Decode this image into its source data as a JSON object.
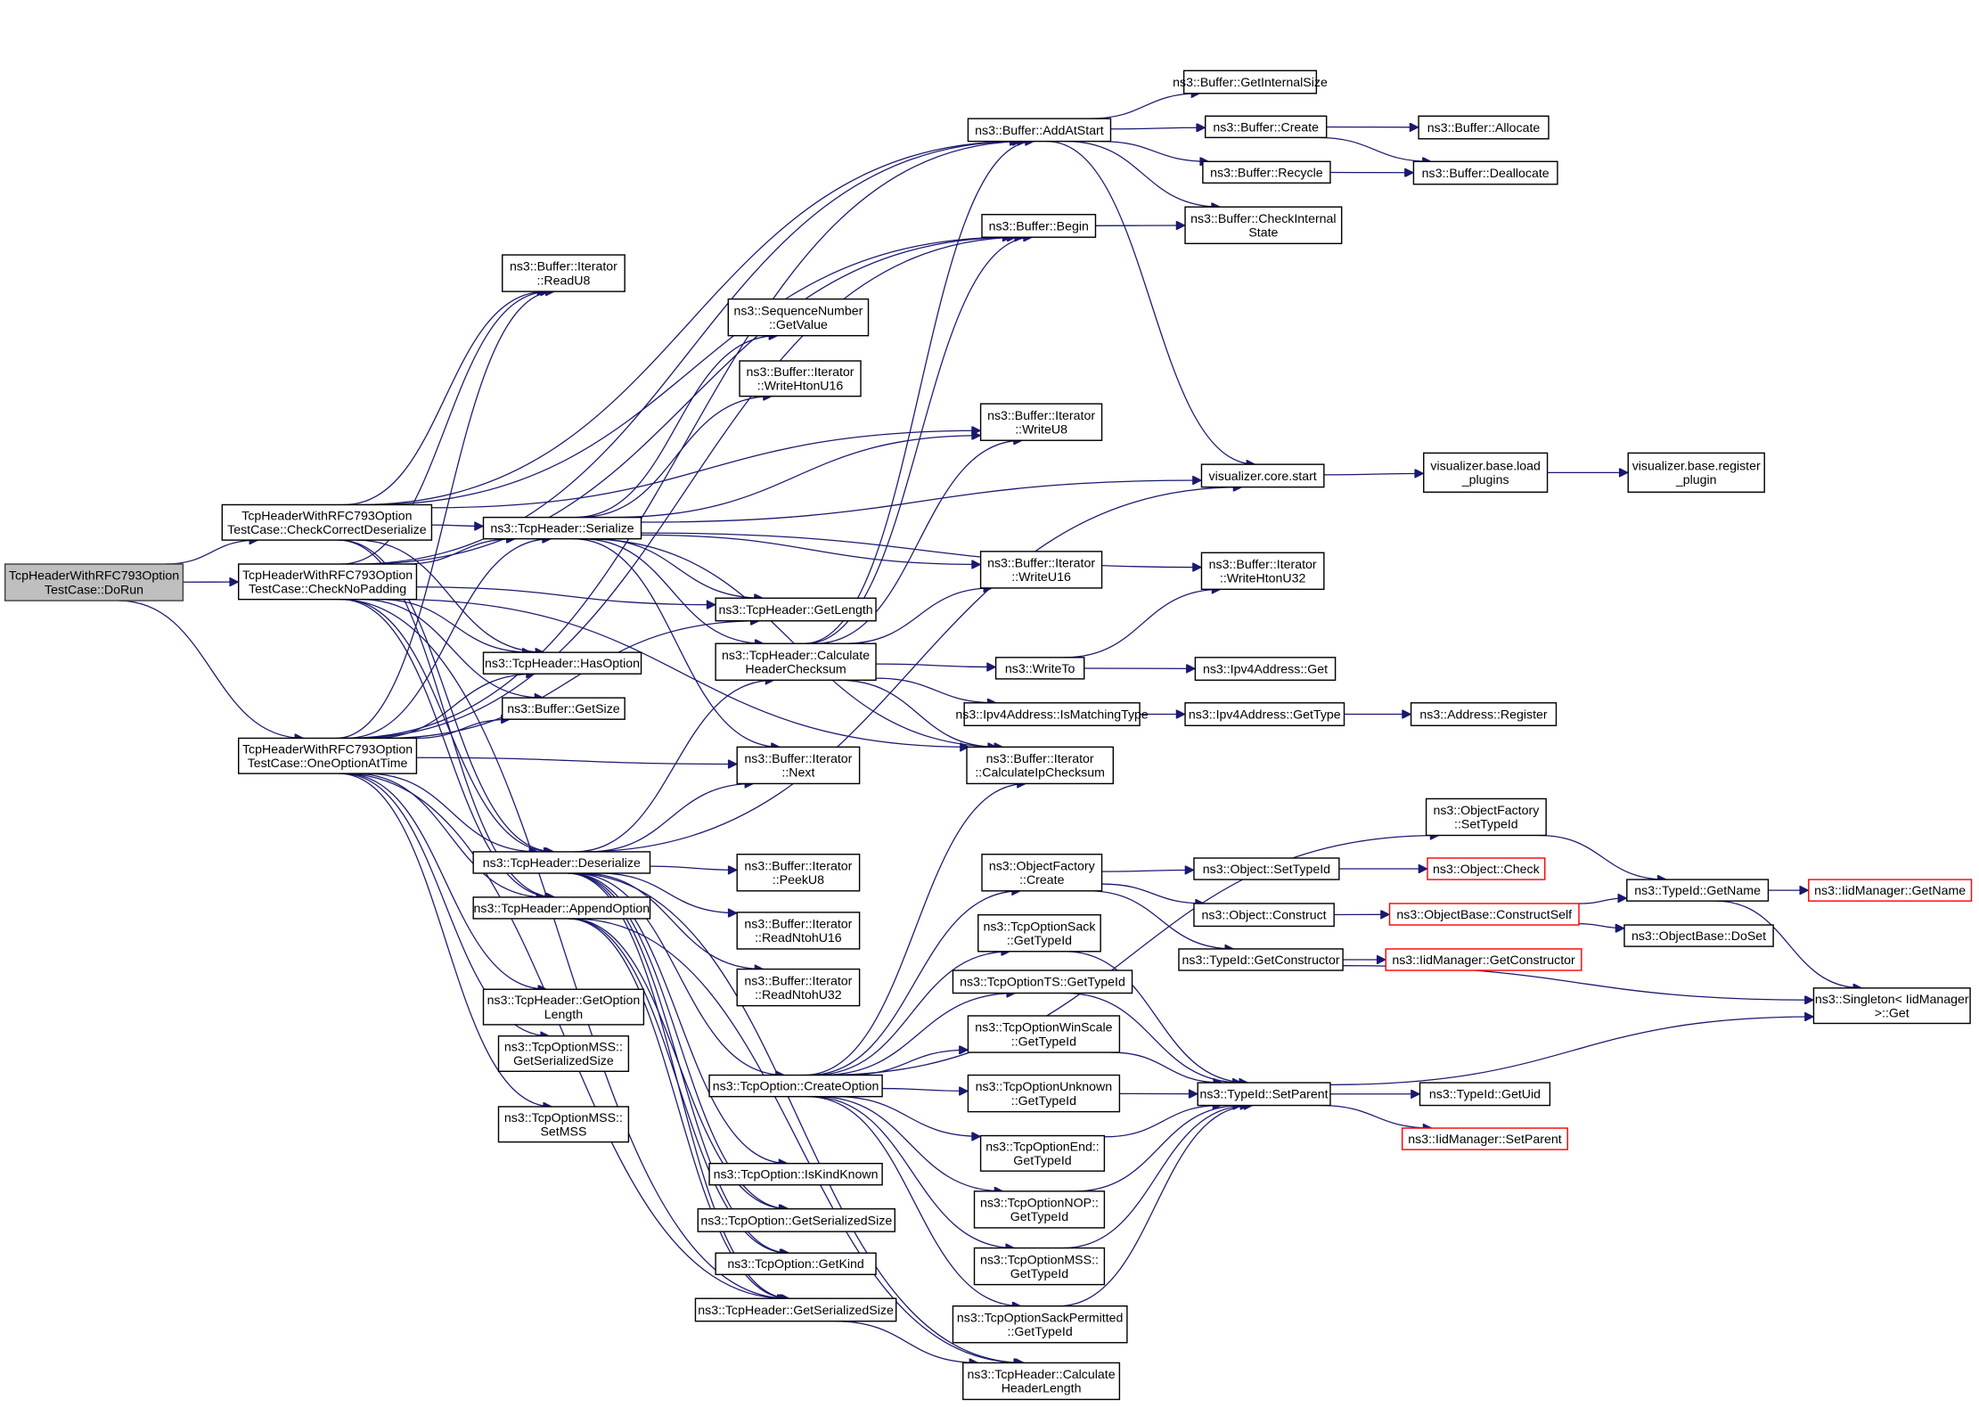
{
  "graph": {
    "title": "Call graph of TcpHeaderWithRFC793OptionTestCase::DoRun",
    "colors": {
      "edge": "#191970",
      "root_fill": "#bfbfbf",
      "node_border": "#000000",
      "missing_border": "#ff0000"
    },
    "nodes": [
      {
        "id": "dorun",
        "lines": [
          "TcpHeaderWithRFC793Option",
          "TestCase::DoRun"
        ],
        "kind": "root"
      },
      {
        "id": "checkcorrect",
        "lines": [
          "TcpHeaderWithRFC793Option",
          "TestCase::CheckCorrectDeserialize"
        ],
        "kind": "normal"
      },
      {
        "id": "checknopad",
        "lines": [
          "TcpHeaderWithRFC793Option",
          "TestCase::CheckNoPadding"
        ],
        "kind": "normal"
      },
      {
        "id": "oneoption",
        "lines": [
          "TcpHeaderWithRFC793Option",
          "TestCase::OneOptionAtTime"
        ],
        "kind": "normal"
      },
      {
        "id": "readu8",
        "lines": [
          "ns3::Buffer::Iterator",
          "::ReadU8"
        ],
        "kind": "normal"
      },
      {
        "id": "serialize",
        "lines": [
          "ns3::TcpHeader::Serialize"
        ],
        "kind": "normal"
      },
      {
        "id": "hasoption",
        "lines": [
          "ns3::TcpHeader::HasOption"
        ],
        "kind": "normal"
      },
      {
        "id": "getsize",
        "lines": [
          "ns3::Buffer::GetSize"
        ],
        "kind": "normal"
      },
      {
        "id": "deserialize",
        "lines": [
          "ns3::TcpHeader::Deserialize"
        ],
        "kind": "normal"
      },
      {
        "id": "appendoption",
        "lines": [
          "ns3::TcpHeader::AppendOption"
        ],
        "kind": "normal"
      },
      {
        "id": "getoptionlength",
        "lines": [
          "ns3::TcpHeader::GetOption",
          "Length"
        ],
        "kind": "normal"
      },
      {
        "id": "mssgetser",
        "lines": [
          "ns3::TcpOptionMSS::",
          "GetSerializedSize"
        ],
        "kind": "normal"
      },
      {
        "id": "msssetmss",
        "lines": [
          "ns3::TcpOptionMSS::",
          "SetMSS"
        ],
        "kind": "normal"
      },
      {
        "id": "seqgetvalue",
        "lines": [
          "ns3::SequenceNumber",
          "::GetValue"
        ],
        "kind": "normal"
      },
      {
        "id": "writehtonu16",
        "lines": [
          "ns3::Buffer::Iterator",
          "::WriteHtonU16"
        ],
        "kind": "normal"
      },
      {
        "id": "getlength",
        "lines": [
          "ns3::TcpHeader::GetLength"
        ],
        "kind": "normal"
      },
      {
        "id": "calchdrcksum",
        "lines": [
          "ns3::TcpHeader::Calculate",
          "HeaderChecksum"
        ],
        "kind": "normal"
      },
      {
        "id": "next",
        "lines": [
          "ns3::Buffer::Iterator",
          "::Next"
        ],
        "kind": "normal"
      },
      {
        "id": "peeku8",
        "lines": [
          "ns3::Buffer::Iterator",
          "::PeekU8"
        ],
        "kind": "normal"
      },
      {
        "id": "readntohu16",
        "lines": [
          "ns3::Buffer::Iterator",
          "::ReadNtohU16"
        ],
        "kind": "normal"
      },
      {
        "id": "readntohu32",
        "lines": [
          "ns3::Buffer::Iterator",
          "::ReadNtohU32"
        ],
        "kind": "normal"
      },
      {
        "id": "createoption",
        "lines": [
          "ns3::TcpOption::CreateOption"
        ],
        "kind": "normal"
      },
      {
        "id": "iskindknown",
        "lines": [
          "ns3::TcpOption::IsKindKnown"
        ],
        "kind": "normal"
      },
      {
        "id": "optgetser",
        "lines": [
          "ns3::TcpOption::GetSerializedSize"
        ],
        "kind": "normal"
      },
      {
        "id": "optgetkind",
        "lines": [
          "ns3::TcpOption::GetKind"
        ],
        "kind": "normal"
      },
      {
        "id": "hdrgetser",
        "lines": [
          "ns3::TcpHeader::GetSerializedSize"
        ],
        "kind": "normal"
      },
      {
        "id": "addatstart",
        "lines": [
          "ns3::Buffer::AddAtStart"
        ],
        "kind": "normal"
      },
      {
        "id": "begin",
        "lines": [
          "ns3::Buffer::Begin"
        ],
        "kind": "normal"
      },
      {
        "id": "writeu8",
        "lines": [
          "ns3::Buffer::Iterator",
          "::WriteU8"
        ],
        "kind": "normal"
      },
      {
        "id": "writeu16",
        "lines": [
          "ns3::Buffer::Iterator",
          "::WriteU16"
        ],
        "kind": "normal"
      },
      {
        "id": "writeto",
        "lines": [
          "ns3::WriteTo"
        ],
        "kind": "normal"
      },
      {
        "id": "ismatching",
        "lines": [
          "ns3::Ipv4Address::IsMatchingType"
        ],
        "kind": "normal"
      },
      {
        "id": "calcipcksum",
        "lines": [
          "ns3::Buffer::Iterator",
          "::CalculateIpChecksum"
        ],
        "kind": "normal"
      },
      {
        "id": "ofcreate",
        "lines": [
          "ns3::ObjectFactory",
          "::Create"
        ],
        "kind": "normal"
      },
      {
        "id": "sackgettid",
        "lines": [
          "ns3::TcpOptionSack",
          "::GetTypeId"
        ],
        "kind": "normal"
      },
      {
        "id": "tsgettid",
        "lines": [
          "ns3::TcpOptionTS::GetTypeId"
        ],
        "kind": "normal"
      },
      {
        "id": "wsgettid",
        "lines": [
          "ns3::TcpOptionWinScale",
          "::GetTypeId"
        ],
        "kind": "normal"
      },
      {
        "id": "unkgettid",
        "lines": [
          "ns3::TcpOptionUnknown",
          "::GetTypeId"
        ],
        "kind": "normal"
      },
      {
        "id": "endgettid",
        "lines": [
          "ns3::TcpOptionEnd::",
          "GetTypeId"
        ],
        "kind": "normal"
      },
      {
        "id": "nopgettid",
        "lines": [
          "ns3::TcpOptionNOP::",
          "GetTypeId"
        ],
        "kind": "normal"
      },
      {
        "id": "mssgettid",
        "lines": [
          "ns3::TcpOptionMSS::",
          "GetTypeId"
        ],
        "kind": "normal"
      },
      {
        "id": "sackpgettid",
        "lines": [
          "ns3::TcpOptionSackPermitted",
          "::GetTypeId"
        ],
        "kind": "normal"
      },
      {
        "id": "calchdrlen",
        "lines": [
          "ns3::TcpHeader::Calculate",
          "HeaderLength"
        ],
        "kind": "normal"
      },
      {
        "id": "getinternalsize",
        "lines": [
          "ns3::Buffer::GetInternalSize"
        ],
        "kind": "normal"
      },
      {
        "id": "bufcreate",
        "lines": [
          "ns3::Buffer::Create"
        ],
        "kind": "normal"
      },
      {
        "id": "recycle",
        "lines": [
          "ns3::Buffer::Recycle"
        ],
        "kind": "normal"
      },
      {
        "id": "checkinternal",
        "lines": [
          "ns3::Buffer::CheckInternal",
          "State"
        ],
        "kind": "normal"
      },
      {
        "id": "vizstart",
        "lines": [
          "visualizer.core.start"
        ],
        "kind": "normal"
      },
      {
        "id": "writehtonu32",
        "lines": [
          "ns3::Buffer::Iterator",
          "::WriteHtonU32"
        ],
        "kind": "normal"
      },
      {
        "id": "ipv4get",
        "lines": [
          "ns3::Ipv4Address::Get"
        ],
        "kind": "normal"
      },
      {
        "id": "ipv4gettype",
        "lines": [
          "ns3::Ipv4Address::GetType"
        ],
        "kind": "normal"
      },
      {
        "id": "ofsettid",
        "lines": [
          "ns3::ObjectFactory",
          "::SetTypeId"
        ],
        "kind": "normal"
      },
      {
        "id": "objsettid",
        "lines": [
          "ns3::Object::SetTypeId"
        ],
        "kind": "normal"
      },
      {
        "id": "objconstruct",
        "lines": [
          "ns3::Object::Construct"
        ],
        "kind": "normal"
      },
      {
        "id": "tidgetctor",
        "lines": [
          "ns3::TypeId::GetConstructor"
        ],
        "kind": "normal"
      },
      {
        "id": "tidsetparent",
        "lines": [
          "ns3::TypeId::SetParent"
        ],
        "kind": "normal"
      },
      {
        "id": "allocate",
        "lines": [
          "ns3::Buffer::Allocate"
        ],
        "kind": "normal"
      },
      {
        "id": "deallocate",
        "lines": [
          "ns3::Buffer::Deallocate"
        ],
        "kind": "normal"
      },
      {
        "id": "loadplugins",
        "lines": [
          "visualizer.base.load",
          "_plugins"
        ],
        "kind": "normal"
      },
      {
        "id": "addrregister",
        "lines": [
          "ns3::Address::Register"
        ],
        "kind": "normal"
      },
      {
        "id": "objcheck",
        "lines": [
          "ns3::Object::Check"
        ],
        "kind": "missing"
      },
      {
        "id": "constructself",
        "lines": [
          "ns3::ObjectBase::ConstructSelf"
        ],
        "kind": "missing"
      },
      {
        "id": "iidgetctor",
        "lines": [
          "ns3::IidManager::GetConstructor"
        ],
        "kind": "missing"
      },
      {
        "id": "tidgetuid",
        "lines": [
          "ns3::TypeId::GetUid"
        ],
        "kind": "normal"
      },
      {
        "id": "iidsetparent",
        "lines": [
          "ns3::IidManager::SetParent"
        ],
        "kind": "missing"
      },
      {
        "id": "registerplugin",
        "lines": [
          "visualizer.base.register",
          "_plugin"
        ],
        "kind": "normal"
      },
      {
        "id": "tidgetname",
        "lines": [
          "ns3::TypeId::GetName"
        ],
        "kind": "normal"
      },
      {
        "id": "doset",
        "lines": [
          "ns3::ObjectBase::DoSet"
        ],
        "kind": "normal"
      },
      {
        "id": "singletonget",
        "lines": [
          "ns3::Singleton< IidManager",
          " >::Get"
        ],
        "kind": "normal"
      },
      {
        "id": "iidgetname",
        "lines": [
          "ns3::IidManager::GetName"
        ],
        "kind": "missing"
      }
    ],
    "edges": [
      [
        "dorun",
        "checkcorrect"
      ],
      [
        "dorun",
        "checknopad"
      ],
      [
        "dorun",
        "oneoption"
      ],
      [
        "checkcorrect",
        "serialize"
      ],
      [
        "checkcorrect",
        "addatstart"
      ],
      [
        "checkcorrect",
        "begin"
      ],
      [
        "checkcorrect",
        "readu8"
      ],
      [
        "checkcorrect",
        "hasoption"
      ],
      [
        "checkcorrect",
        "deserialize"
      ],
      [
        "checkcorrect",
        "appendoption"
      ],
      [
        "checkcorrect",
        "writeu8"
      ],
      [
        "checknopad",
        "serialize"
      ],
      [
        "checknopad",
        "getlength"
      ],
      [
        "checknopad",
        "getsize"
      ],
      [
        "checknopad",
        "hasoption"
      ],
      [
        "checknopad",
        "deserialize"
      ],
      [
        "checknopad",
        "appendoption"
      ],
      [
        "checknopad",
        "calcipcksum"
      ],
      [
        "checknopad",
        "readu8"
      ],
      [
        "checknopad",
        "addatstart"
      ],
      [
        "checknopad",
        "begin"
      ],
      [
        "checknopad",
        "hdrgetser"
      ],
      [
        "oneoption",
        "serialize"
      ],
      [
        "oneoption",
        "addatstart"
      ],
      [
        "oneoption",
        "begin"
      ],
      [
        "oneoption",
        "readu8"
      ],
      [
        "oneoption",
        "hasoption"
      ],
      [
        "oneoption",
        "getsize"
      ],
      [
        "oneoption",
        "next"
      ],
      [
        "oneoption",
        "deserialize"
      ],
      [
        "oneoption",
        "appendoption"
      ],
      [
        "oneoption",
        "getoptionlength"
      ],
      [
        "oneoption",
        "mssgetser"
      ],
      [
        "oneoption",
        "msssetmss"
      ],
      [
        "oneoption",
        "hdrgetser"
      ],
      [
        "oneoption",
        "getlength"
      ],
      [
        "serialize",
        "seqgetvalue"
      ],
      [
        "serialize",
        "writehtonu16"
      ],
      [
        "serialize",
        "writeu8"
      ],
      [
        "serialize",
        "vizstart"
      ],
      [
        "serialize",
        "writeu16"
      ],
      [
        "serialize",
        "writehtonu32"
      ],
      [
        "serialize",
        "getlength"
      ],
      [
        "serialize",
        "calchdrcksum"
      ],
      [
        "serialize",
        "next"
      ],
      [
        "serialize",
        "calcipcksum"
      ],
      [
        "deserialize",
        "peeku8"
      ],
      [
        "deserialize",
        "readntohu16"
      ],
      [
        "deserialize",
        "readntohu32"
      ],
      [
        "deserialize",
        "next"
      ],
      [
        "deserialize",
        "calchdrcksum"
      ],
      [
        "deserialize",
        "vizstart"
      ],
      [
        "deserialize",
        "createoption"
      ],
      [
        "deserialize",
        "iskindknown"
      ],
      [
        "deserialize",
        "optgetser"
      ],
      [
        "deserialize",
        "optgetkind"
      ],
      [
        "deserialize",
        "hdrgetser"
      ],
      [
        "deserialize",
        "calchdrlen"
      ],
      [
        "appendoption",
        "optgetkind"
      ],
      [
        "appendoption",
        "optgetser"
      ],
      [
        "appendoption",
        "hdrgetser"
      ],
      [
        "appendoption",
        "calchdrlen"
      ],
      [
        "calchdrcksum",
        "addatstart"
      ],
      [
        "calchdrcksum",
        "begin"
      ],
      [
        "calchdrcksum",
        "writeu8"
      ],
      [
        "calchdrcksum",
        "writeu16"
      ],
      [
        "calchdrcksum",
        "writeto"
      ],
      [
        "calchdrcksum",
        "ismatching"
      ],
      [
        "calchdrcksum",
        "calcipcksum"
      ],
      [
        "createoption",
        "ofcreate"
      ],
      [
        "createoption",
        "sackgettid"
      ],
      [
        "createoption",
        "tsgettid"
      ],
      [
        "createoption",
        "wsgettid"
      ],
      [
        "createoption",
        "unkgettid"
      ],
      [
        "createoption",
        "endgettid"
      ],
      [
        "createoption",
        "nopgettid"
      ],
      [
        "createoption",
        "mssgettid"
      ],
      [
        "createoption",
        "sackpgettid"
      ],
      [
        "createoption",
        "ofsettid"
      ],
      [
        "createoption",
        "calcipcksum"
      ],
      [
        "hdrgetser",
        "calchdrlen"
      ],
      [
        "addatstart",
        "getinternalsize"
      ],
      [
        "addatstart",
        "bufcreate"
      ],
      [
        "addatstart",
        "recycle"
      ],
      [
        "addatstart",
        "checkinternal"
      ],
      [
        "addatstart",
        "vizstart"
      ],
      [
        "begin",
        "checkinternal"
      ],
      [
        "bufcreate",
        "allocate"
      ],
      [
        "bufcreate",
        "deallocate"
      ],
      [
        "recycle",
        "deallocate"
      ],
      [
        "vizstart",
        "loadplugins"
      ],
      [
        "loadplugins",
        "registerplugin"
      ],
      [
        "writeto",
        "writehtonu32"
      ],
      [
        "writeto",
        "ipv4get"
      ],
      [
        "ismatching",
        "ipv4gettype"
      ],
      [
        "ipv4gettype",
        "addrregister"
      ],
      [
        "ofcreate",
        "objsettid"
      ],
      [
        "ofcreate",
        "objconstruct"
      ],
      [
        "ofcreate",
        "tidgetctor"
      ],
      [
        "objsettid",
        "objcheck"
      ],
      [
        "objconstruct",
        "constructself"
      ],
      [
        "constructself",
        "tidgetname"
      ],
      [
        "constructself",
        "doset"
      ],
      [
        "tidgetctor",
        "iidgetctor"
      ],
      [
        "tidgetctor",
        "singletonget"
      ],
      [
        "ofsettid",
        "tidgetname"
      ],
      [
        "tidgetname",
        "iidgetname"
      ],
      [
        "tidgetname",
        "singletonget"
      ],
      [
        "sackgettid",
        "tidsetparent"
      ],
      [
        "tsgettid",
        "tidsetparent"
      ],
      [
        "wsgettid",
        "tidsetparent"
      ],
      [
        "unkgettid",
        "tidsetparent"
      ],
      [
        "endgettid",
        "tidsetparent"
      ],
      [
        "nopgettid",
        "tidsetparent"
      ],
      [
        "mssgettid",
        "tidsetparent"
      ],
      [
        "sackpgettid",
        "tidsetparent"
      ],
      [
        "tidsetparent",
        "singletonget"
      ],
      [
        "tidsetparent",
        "tidgetuid"
      ],
      [
        "tidsetparent",
        "iidsetparent"
      ]
    ]
  }
}
